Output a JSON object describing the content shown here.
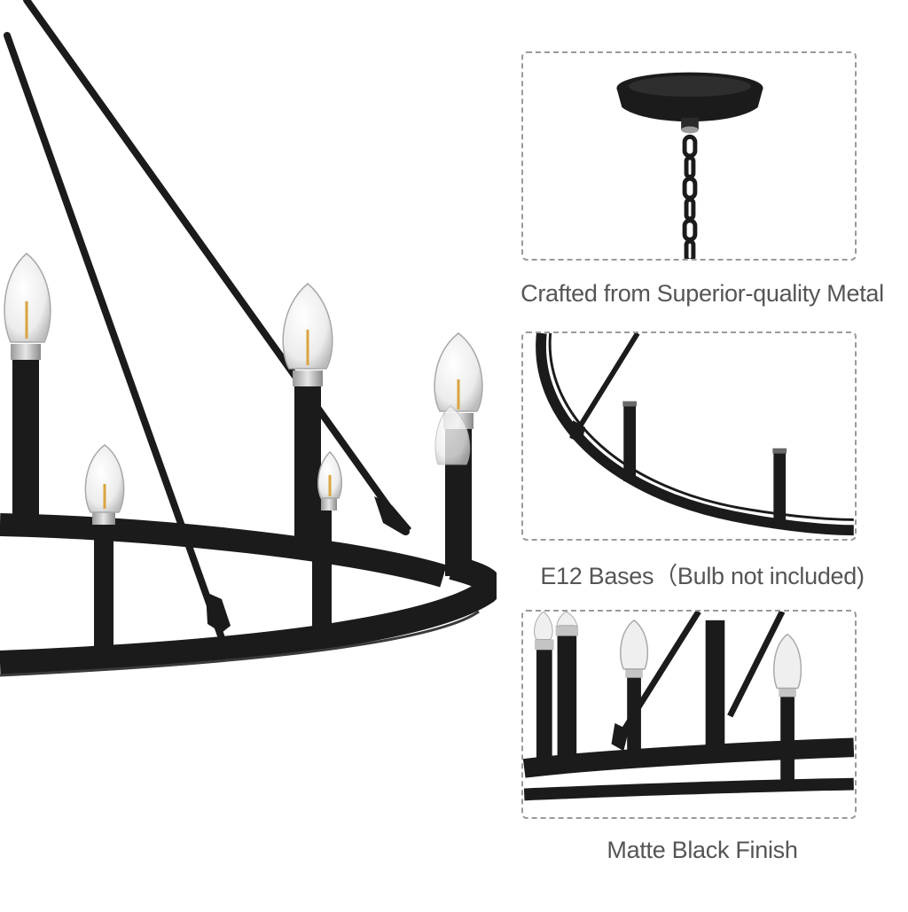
{
  "colors": {
    "metal": "#1b1b1b",
    "nickel": "#c4c4c4",
    "glass": "#e8e8e8",
    "filament": "#d9a441",
    "caption_text": "#555555",
    "panel_border": "#9a9a9a"
  },
  "hero": {
    "image_icon": "chandelier-icon"
  },
  "panels": [
    {
      "icon": "ceiling-canopy-icon",
      "caption": "Crafted from Superior-quality Metal"
    },
    {
      "icon": "ring-frame-icon",
      "caption": "E12 Bases（Bulb not included)"
    },
    {
      "icon": "matte-finish-icon",
      "caption": "Matte Black Finish"
    }
  ]
}
